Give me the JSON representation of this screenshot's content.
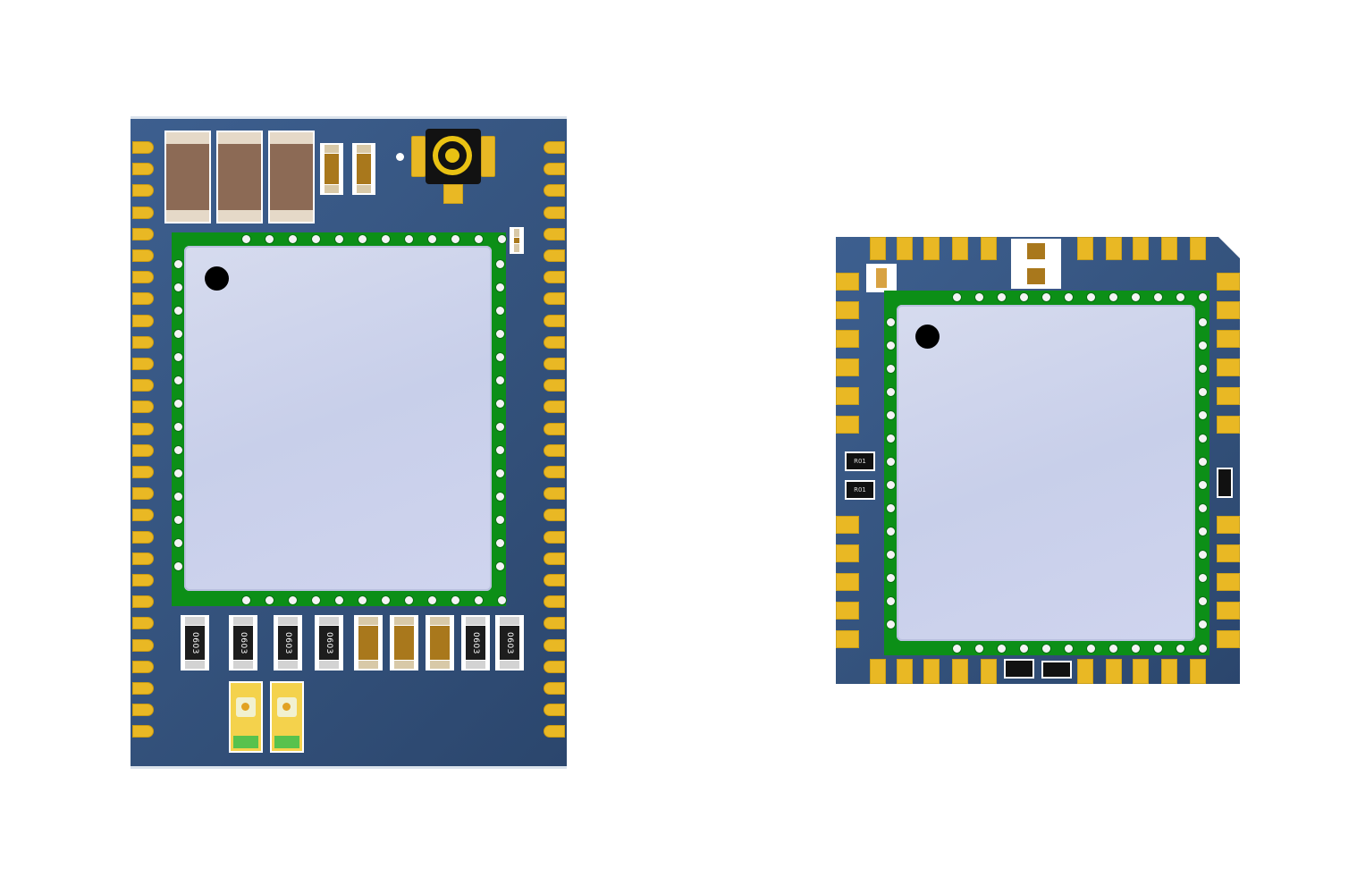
{
  "image": {
    "description_free": true
  },
  "board_left": {
    "resistor_label": "0603",
    "resistor_count": 6,
    "cap_count": 3,
    "led_count": 2
  },
  "board_right": {
    "small_resistor_label": "R01"
  },
  "colors": {
    "pcb": "#34527c",
    "gold": "#e9b824",
    "shield": "#0c8f17",
    "can": "#cdd3ec",
    "background": "#ffffff"
  }
}
